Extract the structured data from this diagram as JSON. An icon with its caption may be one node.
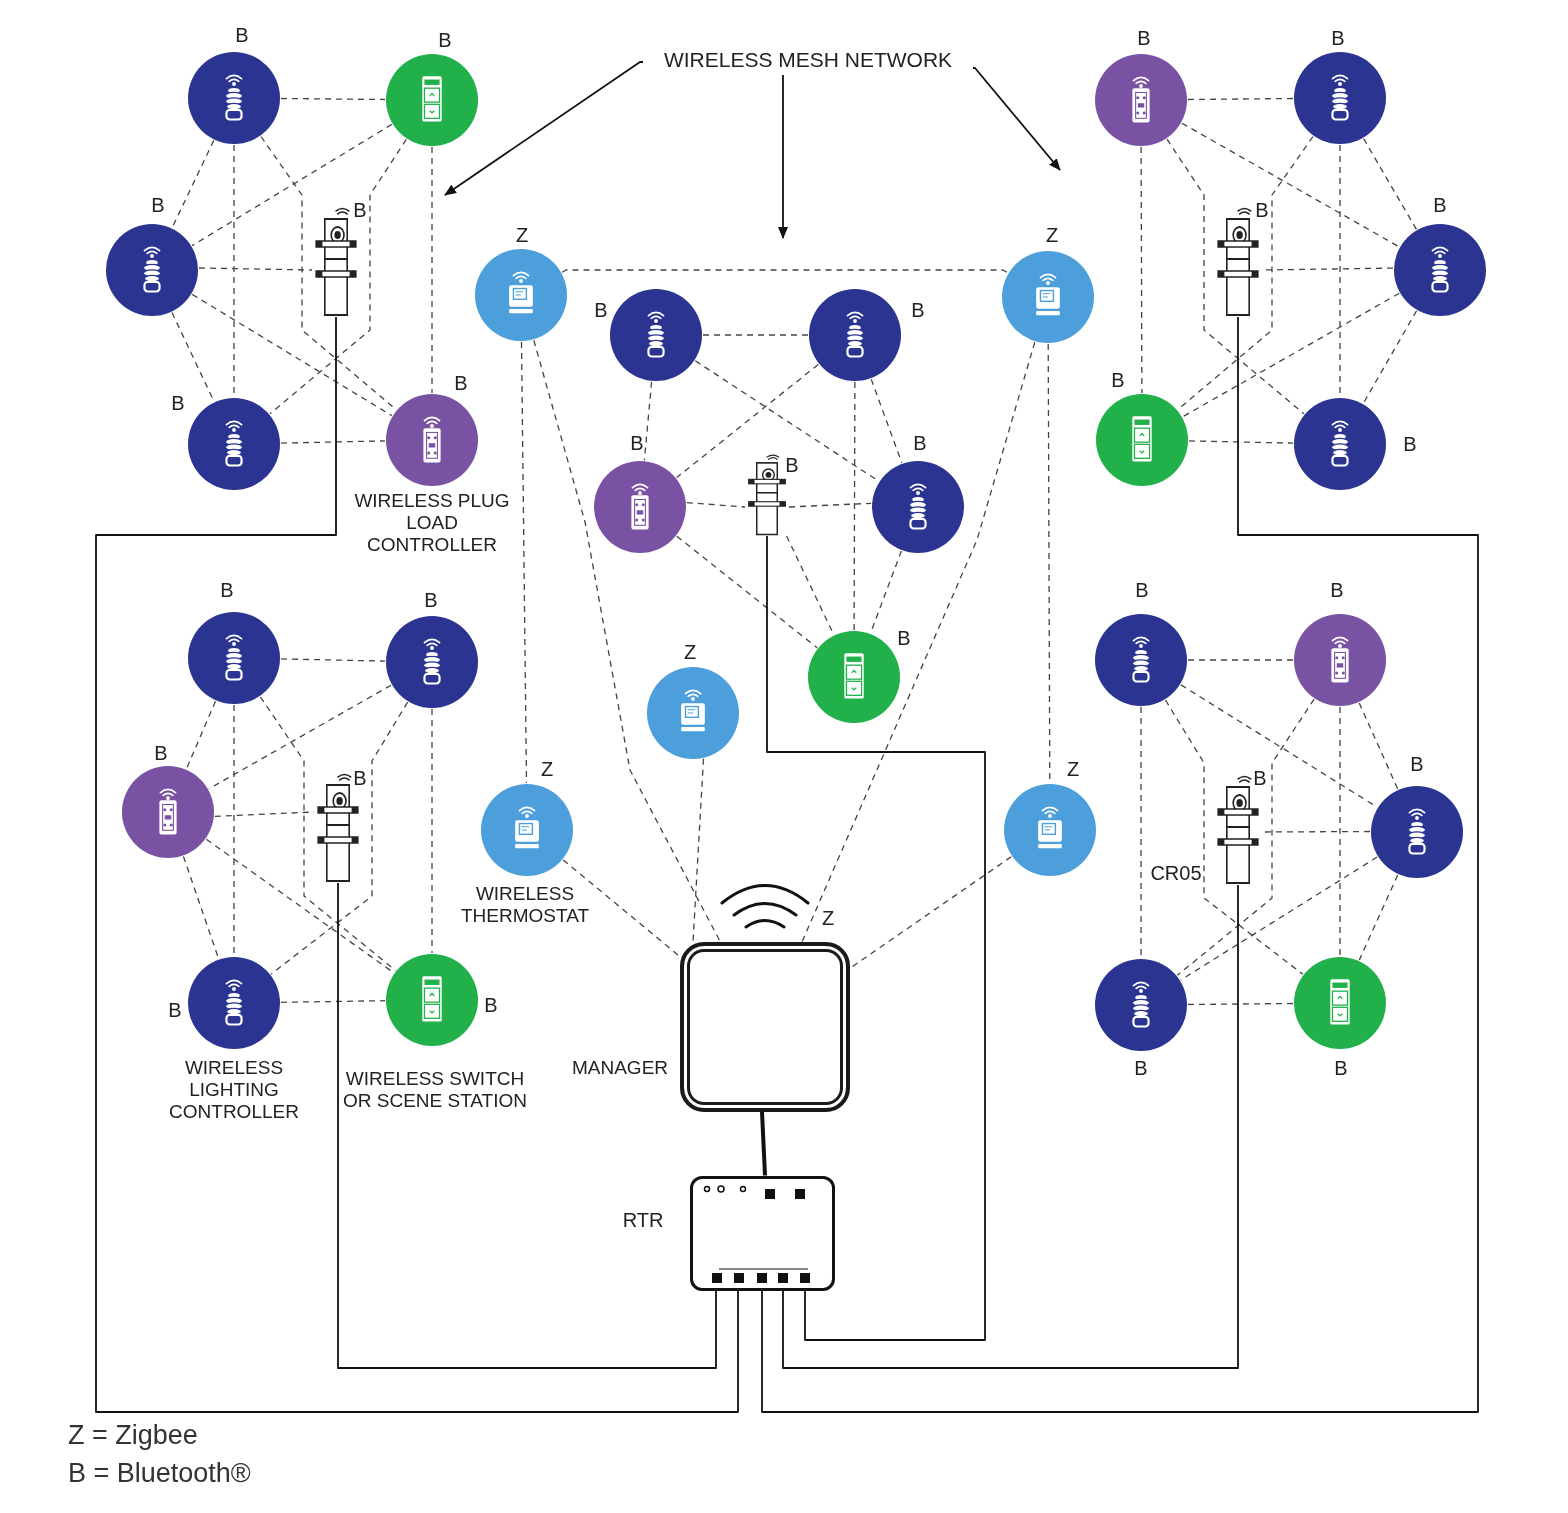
{
  "diagram": {
    "nodes": [
      {
        "text": [
          "WIRELESS MESH NETWORK"
        ]
      },
      {
        "text": [],
        "shape": "circle",
        "beside": [
          "B"
        ]
      },
      {
        "text": [],
        "shape": "circle",
        "beside": [
          "B"
        ]
      },
      {
        "text": [],
        "shape": "circle",
        "beside": [
          "B"
        ]
      },
      {
        "text": [],
        "shape": "picture",
        "beside": [
          "B"
        ]
      },
      {
        "text": [],
        "shape": "circle",
        "beside": [
          "B"
        ]
      },
      {
        "text": [],
        "shape": "circle",
        "beside": [
          "B",
          "WIRELESS PLUG LOAD CONTROLLER"
        ]
      },
      {
        "text": [],
        "shape": "circle",
        "beside": [
          "B"
        ]
      },
      {
        "text": [],
        "shape": "circle",
        "beside": [
          "B"
        ]
      },
      {
        "text": [],
        "shape": "picture",
        "beside": [
          "B"
        ]
      },
      {
        "text": [],
        "shape": "circle",
        "beside": [
          "B"
        ]
      },
      {
        "text": [],
        "shape": "circle",
        "beside": [
          "B"
        ]
      },
      {
        "text": [],
        "shape": "circle",
        "beside": [
          "B"
        ]
      },
      {
        "text": [],
        "shape": "circle",
        "beside": [
          "Z"
        ]
      },
      {
        "text": [],
        "shape": "circle",
        "beside": [
          "Z"
        ]
      },
      {
        "text": [],
        "shape": "circle",
        "beside": [
          "B"
        ]
      },
      {
        "text": [],
        "shape": "circle",
        "beside": [
          "B"
        ]
      },
      {
        "text": [],
        "shape": "circle",
        "beside": [
          "B"
        ]
      },
      {
        "text": [],
        "shape": "picture",
        "beside": [
          "B"
        ]
      },
      {
        "text": [],
        "shape": "circle",
        "beside": [
          "B"
        ]
      },
      {
        "text": [],
        "shape": "circle",
        "beside": [
          "B"
        ]
      },
      {
        "text": [],
        "shape": "circle",
        "beside": [
          "Z"
        ]
      },
      {
        "text": [],
        "shape": "circle",
        "beside": [
          "B"
        ]
      },
      {
        "text": [],
        "shape": "circle",
        "beside": [
          "B"
        ]
      },
      {
        "text": [],
        "shape": "circle",
        "beside": [
          "B"
        ]
      },
      {
        "text": [],
        "shape": "picture",
        "beside": [
          "B"
        ]
      },
      {
        "text": [],
        "shape": "circle",
        "beside": [
          "Z",
          "WIRELESS THERMOSTAT"
        ]
      },
      {
        "text": [],
        "shape": "circle",
        "beside": [
          "B",
          "WIRELESS LIGHTING CONTROLLER"
        ]
      },
      {
        "text": [],
        "shape": "circle",
        "beside": [
          "B",
          "WIRELESS SWITCH OR SCENE STATION"
        ]
      },
      {
        "text": [],
        "shape": "circle",
        "beside": [
          "B"
        ]
      },
      {
        "text": [],
        "shape": "circle",
        "beside": [
          "B"
        ]
      },
      {
        "text": [],
        "shape": "picture",
        "beside": [
          "B",
          "CR05"
        ]
      },
      {
        "text": [],
        "shape": "circle",
        "beside": [
          "Z"
        ]
      },
      {
        "text": [],
        "shape": "circle",
        "beside": [
          "B"
        ]
      },
      {
        "text": [],
        "shape": "circle",
        "beside": [
          "B"
        ]
      },
      {
        "text": [],
        "shape": "circle",
        "beside": [
          "B"
        ]
      },
      {
        "text": [],
        "shape": "box",
        "beside": [
          "Z",
          "MANAGER"
        ]
      },
      {
        "text": [],
        "shape": "box",
        "beside": [
          "RTR"
        ]
      }
    ],
    "edges": [
      {
        "from": 0,
        "to": null,
        "arrow": "to"
      },
      {
        "from": 0,
        "to": null,
        "arrow": "to"
      },
      {
        "from": 0,
        "to": null,
        "arrow": "to"
      },
      {
        "from": 1,
        "to": 2,
        "arrow": "none",
        "style": "dashed"
      },
      {
        "from": 1,
        "to": 3,
        "arrow": "none",
        "style": "dashed"
      },
      {
        "from": 1,
        "to": 5,
        "arrow": "none",
        "style": "dashed"
      },
      {
        "from": 1,
        "to": 6,
        "arrow": "none",
        "style": "dashed"
      },
      {
        "from": 2,
        "to": 3,
        "arrow": "none",
        "style": "dashed"
      },
      {
        "from": 2,
        "to": 6,
        "arrow": "none",
        "style": "dashed"
      },
      {
        "from": 2,
        "to": 5,
        "arrow": "none",
        "style": "dashed"
      },
      {
        "from": 3,
        "to": 4,
        "arrow": "none",
        "style": "dashed"
      },
      {
        "from": 3,
        "to": 5,
        "arrow": "none",
        "style": "dashed"
      },
      {
        "from": 3,
        "to": 6,
        "arrow": "none",
        "style": "dashed"
      },
      {
        "from": 5,
        "to": 6,
        "arrow": "none",
        "style": "dashed"
      },
      {
        "from": 7,
        "to": 8,
        "arrow": "none",
        "style": "dashed"
      },
      {
        "from": 8,
        "to": 10,
        "arrow": "none",
        "style": "dashed"
      },
      {
        "from": 8,
        "to": 12,
        "arrow": "none",
        "style": "dashed"
      },
      {
        "from": 7,
        "to": 11,
        "arrow": "none",
        "style": "dashed"
      },
      {
        "from": 7,
        "to": 10,
        "arrow": "none",
        "style": "dashed"
      },
      {
        "from": 8,
        "to": 11,
        "arrow": "none",
        "style": "dashed"
      },
      {
        "from": 10,
        "to": 11,
        "arrow": "none",
        "style": "dashed"
      },
      {
        "from": 10,
        "to": 9,
        "arrow": "none",
        "style": "dashed"
      },
      {
        "from": 10,
        "to": 12,
        "arrow": "none",
        "style": "dashed"
      },
      {
        "from": 11,
        "to": 12,
        "arrow": "none",
        "style": "dashed"
      },
      {
        "from": 7,
        "to": 12,
        "arrow": "none",
        "style": "dashed"
      },
      {
        "from": 15,
        "to": 16,
        "arrow": "none",
        "style": "dashed"
      },
      {
        "from": 15,
        "to": 17,
        "arrow": "none",
        "style": "dashed"
      },
      {
        "from": 15,
        "to": 19,
        "arrow": "none",
        "style": "dashed"
      },
      {
        "from": 16,
        "to": 17,
        "arrow": "none",
        "style": "dashed"
      },
      {
        "from": 16,
        "to": 19,
        "arrow": "none",
        "style": "dashed"
      },
      {
        "from": 16,
        "to": 20,
        "arrow": "none",
        "style": "dashed"
      },
      {
        "from": 17,
        "to": 18,
        "arrow": "none",
        "style": "dashed"
      },
      {
        "from": 18,
        "to": 19,
        "arrow": "none",
        "style": "dashed"
      },
      {
        "from": 17,
        "to": 20,
        "arrow": "none",
        "style": "dashed"
      },
      {
        "from": 19,
        "to": 20,
        "arrow": "none",
        "style": "dashed"
      },
      {
        "from": 18,
        "to": 20,
        "arrow": "none",
        "style": "dashed"
      },
      {
        "from": 22,
        "to": 23,
        "arrow": "none",
        "style": "dashed"
      },
      {
        "from": 22,
        "to": 24,
        "arrow": "none",
        "style": "dashed"
      },
      {
        "from": 22,
        "to": 27,
        "arrow": "none",
        "style": "dashed"
      },
      {
        "from": 22,
        "to": 28,
        "arrow": "none",
        "style": "dashed"
      },
      {
        "from": 23,
        "to": 24,
        "arrow": "none",
        "style": "dashed"
      },
      {
        "from": 23,
        "to": 28,
        "arrow": "none",
        "style": "dashed"
      },
      {
        "from": 23,
        "to": 27,
        "arrow": "none",
        "style": "dashed"
      },
      {
        "from": 24,
        "to": 25,
        "arrow": "none",
        "style": "dashed"
      },
      {
        "from": 24,
        "to": 27,
        "arrow": "none",
        "style": "dashed"
      },
      {
        "from": 24,
        "to": 28,
        "arrow": "none",
        "style": "dashed"
      },
      {
        "from": 27,
        "to": 28,
        "arrow": "none",
        "style": "dashed"
      },
      {
        "from": 29,
        "to": 30,
        "arrow": "none",
        "style": "dashed"
      },
      {
        "from": 30,
        "to": 33,
        "arrow": "none",
        "style": "dashed"
      },
      {
        "from": 30,
        "to": 35,
        "arrow": "none",
        "style": "dashed"
      },
      {
        "from": 29,
        "to": 34,
        "arrow": "none",
        "style": "dashed"
      },
      {
        "from": 29,
        "to": 33,
        "arrow": "none",
        "style": "dashed"
      },
      {
        "from": 30,
        "to": 34,
        "arrow": "none",
        "style": "dashed"
      },
      {
        "from": 33,
        "to": 34,
        "arrow": "none",
        "style": "dashed"
      },
      {
        "from": 33,
        "to": 31,
        "arrow": "none",
        "style": "dashed"
      },
      {
        "from": 33,
        "to": 35,
        "arrow": "none",
        "style": "dashed"
      },
      {
        "from": 34,
        "to": 35,
        "arrow": "none",
        "style": "dashed"
      },
      {
        "from": 29,
        "to": 35,
        "arrow": "none",
        "style": "dashed"
      },
      {
        "from": 13,
        "to": 14,
        "arrow": "none",
        "style": "dashed"
      },
      {
        "from": 13,
        "to": 26,
        "arrow": "none",
        "style": "dashed"
      },
      {
        "from": 13,
        "to": 36,
        "arrow": "none",
        "style": "dashed"
      },
      {
        "from": 14,
        "to": 32,
        "arrow": "none",
        "style": "dashed"
      },
      {
        "from": 14,
        "to": 36,
        "arrow": "none",
        "style": "dashed"
      },
      {
        "from": 21,
        "to": 36,
        "arrow": "none",
        "style": "dashed"
      },
      {
        "from": 26,
        "to": 36,
        "arrow": "none",
        "style": "dashed"
      },
      {
        "from": 32,
        "to": 36,
        "arrow": "none",
        "style": "dashed"
      },
      {
        "from": 4,
        "to": 37,
        "arrow": "none"
      },
      {
        "from": 25,
        "to": 37,
        "arrow": "none"
      },
      {
        "from": 18,
        "to": 37,
        "arrow": "none"
      },
      {
        "from": 31,
        "to": 37,
        "arrow": "none"
      },
      {
        "from": 9,
        "to": 37,
        "arrow": "none"
      },
      {
        "from": 36,
        "to": 37,
        "arrow": "none",
        "style": "thick"
      }
    ],
    "labels": [
      "Z = Zigbee",
      "B = Bluetooth®"
    ]
  }
}
